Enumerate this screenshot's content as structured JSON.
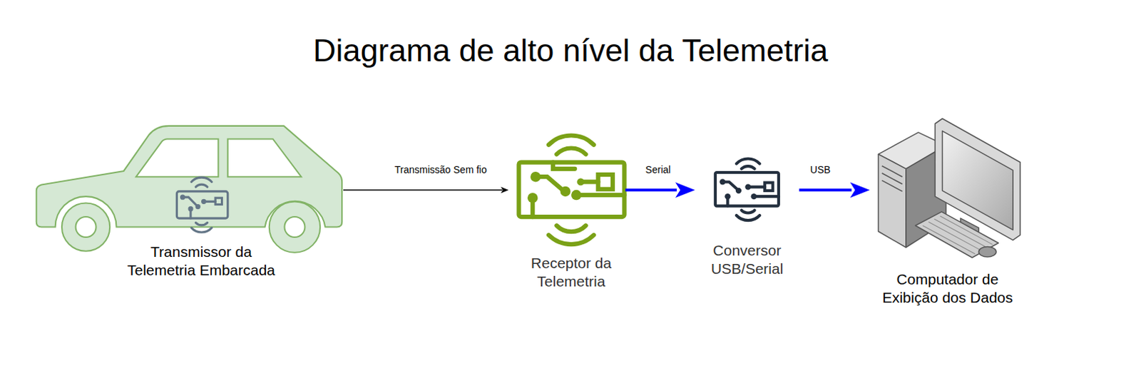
{
  "diagram": {
    "title": "Diagrama de alto nível da Telemetria",
    "nodes": [
      {
        "text": [
          "Transmissor da Telemetria Embarcada"
        ]
      },
      {
        "text": [
          "Receptor da Telemetria"
        ]
      },
      {
        "text": [
          "Conversor USB/Serial"
        ]
      },
      {
        "text": [
          "Computador de Exibição dos Dados"
        ]
      }
    ],
    "edges": [
      {
        "from": 0,
        "to": 1,
        "arrow": "to",
        "label": "Transmissão Sem fio"
      },
      {
        "from": 1,
        "to": 2,
        "arrow": "to",
        "label": "Serial"
      },
      {
        "from": 2,
        "to": 3,
        "arrow": "to",
        "label": "USB"
      }
    ]
  }
}
